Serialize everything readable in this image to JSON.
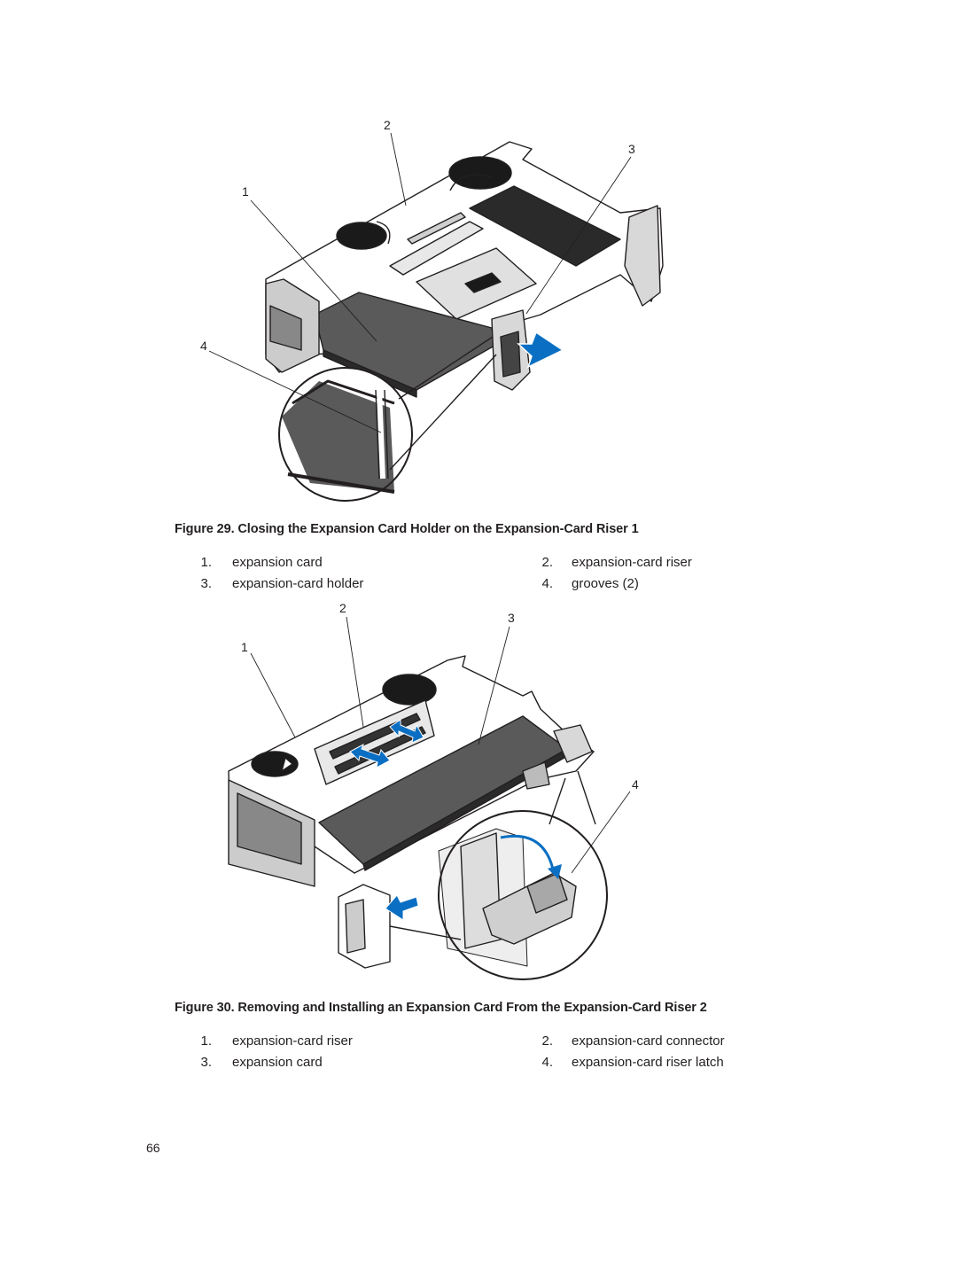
{
  "figure29": {
    "caption": "Figure 29. Closing the Expansion Card Holder on the Expansion-Card Riser 1",
    "callouts": [
      "1",
      "2",
      "3",
      "4"
    ],
    "legend": [
      {
        "num": "1.",
        "label": "expansion card"
      },
      {
        "num": "2.",
        "label": "expansion-card riser"
      },
      {
        "num": "3.",
        "label": "expansion-card holder"
      },
      {
        "num": "4.",
        "label": "grooves (2)"
      }
    ]
  },
  "figure30": {
    "caption": "Figure 30. Removing and Installing an Expansion Card From the Expansion-Card Riser 2",
    "callouts": [
      "1",
      "2",
      "3",
      "4"
    ],
    "legend": [
      {
        "num": "1.",
        "label": "expansion-card riser"
      },
      {
        "num": "2.",
        "label": "expansion-card connector"
      },
      {
        "num": "3.",
        "label": "expansion card"
      },
      {
        "num": "4.",
        "label": "expansion-card riser latch"
      }
    ]
  },
  "page_number": "66",
  "colors": {
    "arrow": "#0a6fc2",
    "card": "#555555",
    "line": "#231f20"
  }
}
